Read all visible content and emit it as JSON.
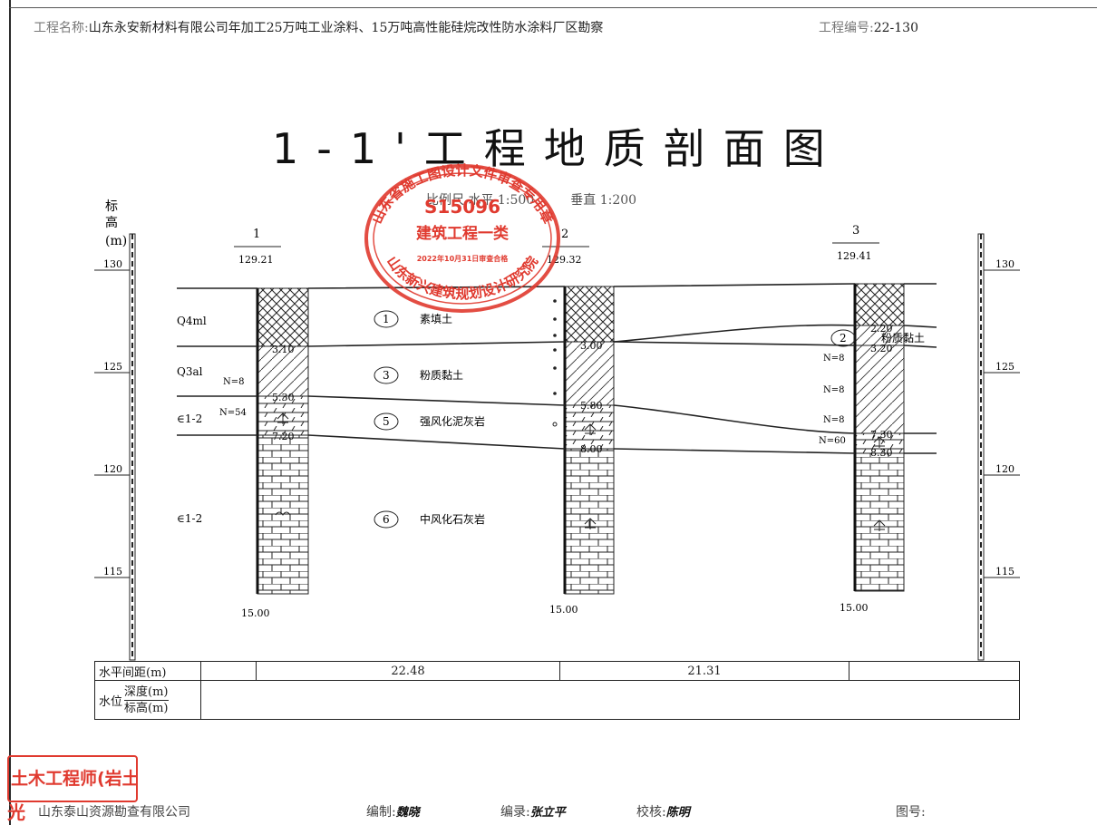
{
  "header": {
    "project_label": "工程名称:",
    "project_name": "山东永安新材料有限公司年加工25万吨工业涂料、15万吨高性能硅烷改性防水涂料厂区勘察",
    "number_label": "工程编号:",
    "number_value": "22-130"
  },
  "title": "1-1'工程地质剖面图",
  "scale": {
    "horizontal": "比例尺 水平 1:500",
    "vertical": "垂直 1:200"
  },
  "elevation_axis": {
    "title": "标高(m)",
    "ticks": [
      "130",
      "125",
      "120",
      "115"
    ]
  },
  "boreholes": [
    {
      "id": "1",
      "elevation": "129.21",
      "depth": "15.00",
      "layer_bottoms": [
        "3.10",
        "5.30",
        "7.20"
      ],
      "spt": [
        "N=8",
        "N=54"
      ]
    },
    {
      "id": "2",
      "elevation": "129.32",
      "depth": "15.00",
      "layer_bottoms": [
        "3.00",
        "5.80",
        "8.00"
      ],
      "spt": []
    },
    {
      "id": "3",
      "elevation": "129.41",
      "depth": "15.00",
      "layer_bottoms": [
        "2.20",
        "3.20",
        "7.30",
        "8.30"
      ],
      "spt": [
        "N=8",
        "N=8",
        "N=8",
        "N=60"
      ]
    }
  ],
  "layers": [
    {
      "no": "1",
      "name": "素填土",
      "age": "Q4ml"
    },
    {
      "no": "2",
      "name": "粉质黏土",
      "age": ""
    },
    {
      "no": "3",
      "name": "粉质黏土",
      "age": "Q3al"
    },
    {
      "no": "5",
      "name": "强风化泥灰岩",
      "age": "∈1-2"
    },
    {
      "no": "6",
      "name": "中风化石灰岩",
      "age": "∈1-2"
    }
  ],
  "bottom_table": {
    "distance_label": "水平间距(m)",
    "distances": [
      "22.48",
      "21.31"
    ],
    "water_label": "水位",
    "water_depth": "深度(m)",
    "water_elev": "标高(m)"
  },
  "footer": {
    "company": "山东泰山资源勘查有限公司",
    "compiled_label": "编制:",
    "recorded_label": "编录:",
    "checked_label": "校核:",
    "figure_label": "图号:",
    "sig_compiled": "魏晓",
    "sig_recorded": "张立平",
    "sig_checked": "陈明"
  },
  "stamps": {
    "review_ring": "山东省施工图设计文件审查专用章",
    "review_code": "S15096",
    "review_class": "建筑工程一类",
    "review_date": "2022年10月31日审查合格",
    "review_org": "山东新兴建筑规划设计研究院",
    "engineer": "土木工程师(岩土)",
    "engineer_sub": "光"
  },
  "colors": {
    "stamp_red": "#e03a2f",
    "ink": "#1a1a1a"
  }
}
